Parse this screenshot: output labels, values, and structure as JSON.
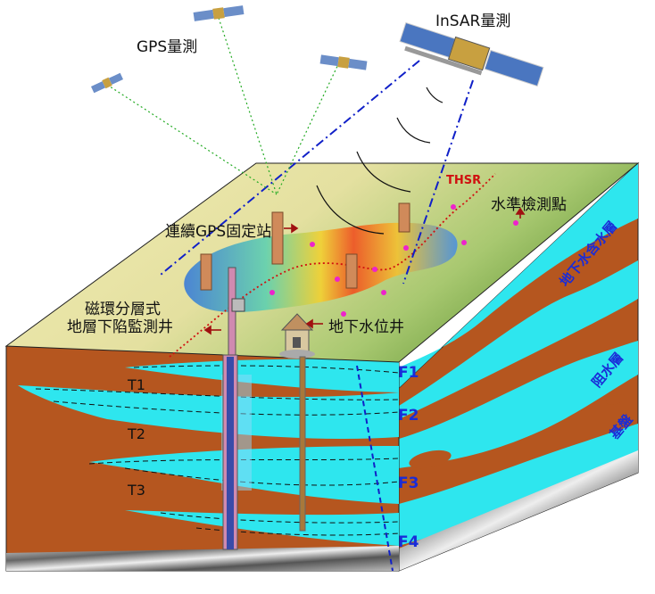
{
  "labels": {
    "gps": "GPS量測",
    "insar": "InSAR量測",
    "thsr": "THSR",
    "leveling": "水準檢測點",
    "cgps": "連續GPS固定站",
    "mag_well_1": "磁環分層式",
    "mag_well_2": "地層下陷監測井",
    "gw_well": "地下水位井",
    "aquifer": "地下水含水層",
    "aquitard": "阻水層",
    "bedrock": "基盤",
    "t1": "T1",
    "t2": "T2",
    "t3": "T3",
    "f1": "F1",
    "f2": "F2",
    "f3": "F3",
    "f4": "F4"
  },
  "icons": [
    "satellite-icon",
    "gps-station-icon",
    "well-house-icon",
    "leveling-point-icon"
  ],
  "colors": {
    "clay": "#b5561f",
    "aquifer": "#2ee6ee",
    "bedrock": "#808080",
    "insar_line": "#1020c8",
    "gps_line": "#22aa22",
    "thsr_line": "#d01010",
    "leveling_point": "#ee22cc",
    "label_blue": "#1a2cd8"
  }
}
